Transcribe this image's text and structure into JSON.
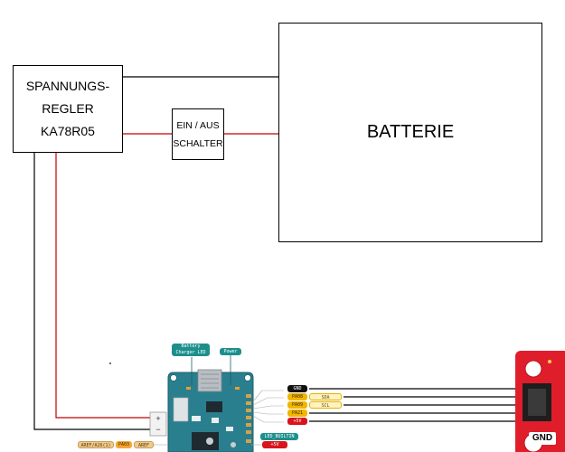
{
  "regler": {
    "lines": [
      "SPANNUNGS-",
      "REGLER",
      "KA78R05"
    ]
  },
  "schalter": {
    "lines": [
      "EIN / AUS",
      "SCHALTER"
    ]
  },
  "batterie": {
    "label": "BATTERIE"
  },
  "arduino": {
    "callouts": {
      "charger_led": "Battery\nCharger LED",
      "power": "Power",
      "led_builtin": "LED_BUILTIN"
    },
    "header_pins": [
      {
        "label": "GND",
        "color": "black"
      },
      {
        "label": "PA08",
        "color": "yellow",
        "func": "SDA"
      },
      {
        "label": "PA09",
        "color": "yellow",
        "func": "SCL"
      },
      {
        "label": "PA21",
        "color": "yellow"
      },
      {
        "label": "+5V",
        "color": "red"
      }
    ],
    "bottom_pins": {
      "aref_a": "AREF/A26(1)",
      "pa03": "PA03",
      "aref_b": "AREF",
      "plus5v": "+5V"
    },
    "battery_connector": {
      "plus": "+",
      "minus": "−"
    }
  },
  "sensor": {
    "gnd_label": "GND"
  },
  "colors": {
    "wire_black": "#000000",
    "wire_red": "#c00000",
    "board_teal": "#2a7f8f",
    "sensor_red": "#e01e2b"
  }
}
